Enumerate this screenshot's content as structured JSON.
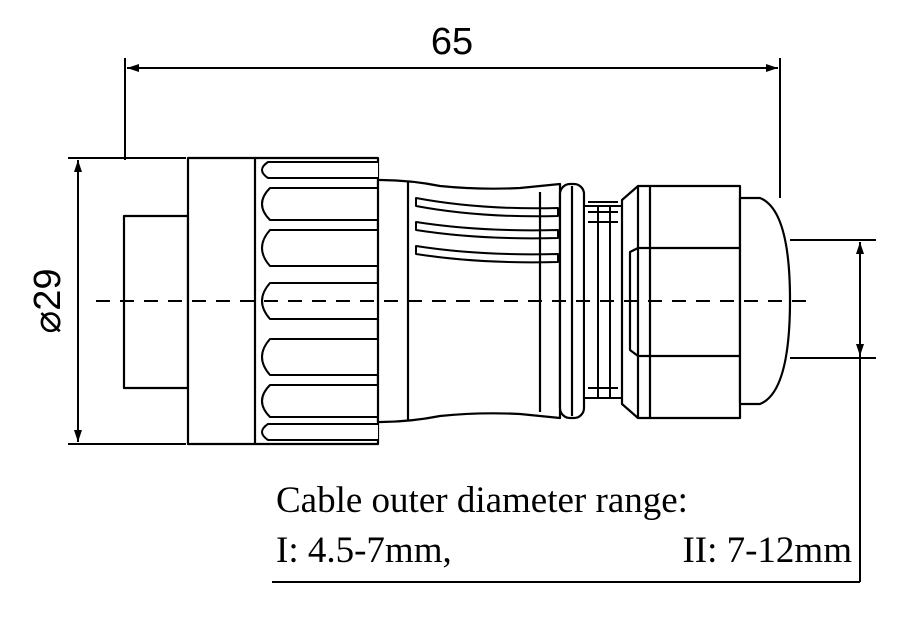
{
  "dimensions": {
    "length": "65",
    "diameter": "⌀29"
  },
  "caption": {
    "line1": "Cable outer  diameter range:",
    "line2_left": "I: 4.5-7mm,",
    "line2_right": "II: 7-12mm"
  },
  "colors": {
    "stroke": "#000000",
    "background": "#ffffff"
  }
}
